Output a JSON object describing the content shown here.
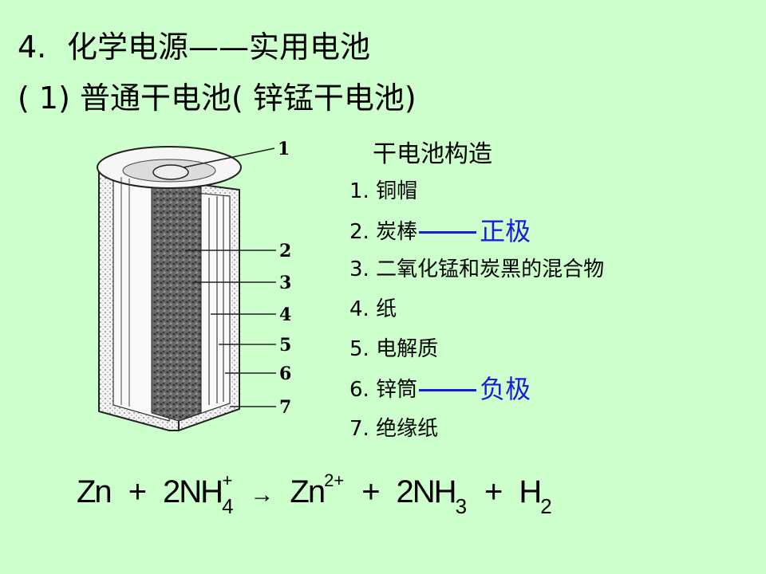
{
  "heading": {
    "number": "4.",
    "title": "化学电源——实用电池"
  },
  "subheading": "( 1) 普通干电池( 锌锰干电池)",
  "diagram": {
    "callouts": [
      "1",
      "2",
      "3",
      "4",
      "5",
      "6",
      "7"
    ]
  },
  "structure": {
    "title": "干电池构造",
    "items": [
      {
        "text": "1. 铜帽",
        "pole": ""
      },
      {
        "text": "2. 炭棒",
        "pole": "正极"
      },
      {
        "text": "3. 二氧化锰和炭黑的混合物",
        "pole": ""
      },
      {
        "text": "4. 纸",
        "pole": ""
      },
      {
        "text": "5. 电解质",
        "pole": ""
      },
      {
        "text": "6. 锌筒",
        "pole": "负极"
      },
      {
        "text": "7. 绝缘纸",
        "pole": ""
      }
    ]
  },
  "equation": {
    "zn": "Zn",
    "plus": "+",
    "nh4": "2NH",
    "nh4_sub": "4",
    "nh4_sup": "+",
    "arrow": "→",
    "zn2": "Zn",
    "zn2_sup": "2+",
    "nh3": "2NH",
    "nh3_sub": "3",
    "h2": "H",
    "h2_sub": "2"
  },
  "colors": {
    "background": "#ccffcc",
    "accent": "#1a1ae0"
  }
}
